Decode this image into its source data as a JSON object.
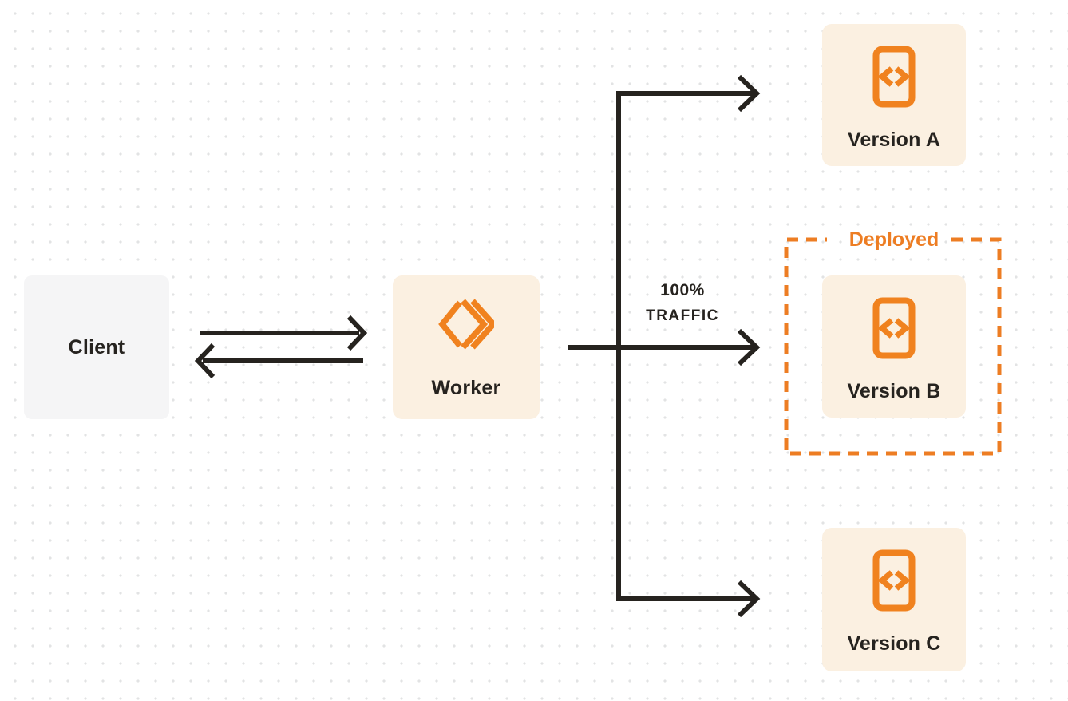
{
  "colors": {
    "accent_orange": "#f0821f",
    "dashed_orange": "#ed7d23",
    "ink": "#26231f",
    "node_cream": "#fbf0e1",
    "node_gray": "#f5f5f6",
    "dot_grid": "#e2e3e4"
  },
  "nodes": {
    "client": {
      "label": "Client"
    },
    "worker": {
      "label": "Worker",
      "icon": "workers-logo-icon"
    },
    "version_a": {
      "label": "Version A",
      "icon": "code-file-icon"
    },
    "version_b": {
      "label": "Version B",
      "icon": "code-file-icon"
    },
    "version_c": {
      "label": "Version C",
      "icon": "code-file-icon"
    }
  },
  "annotations": {
    "deployed_label": "Deployed",
    "traffic_percent": "100%",
    "traffic_word": "TRAFFIC"
  }
}
